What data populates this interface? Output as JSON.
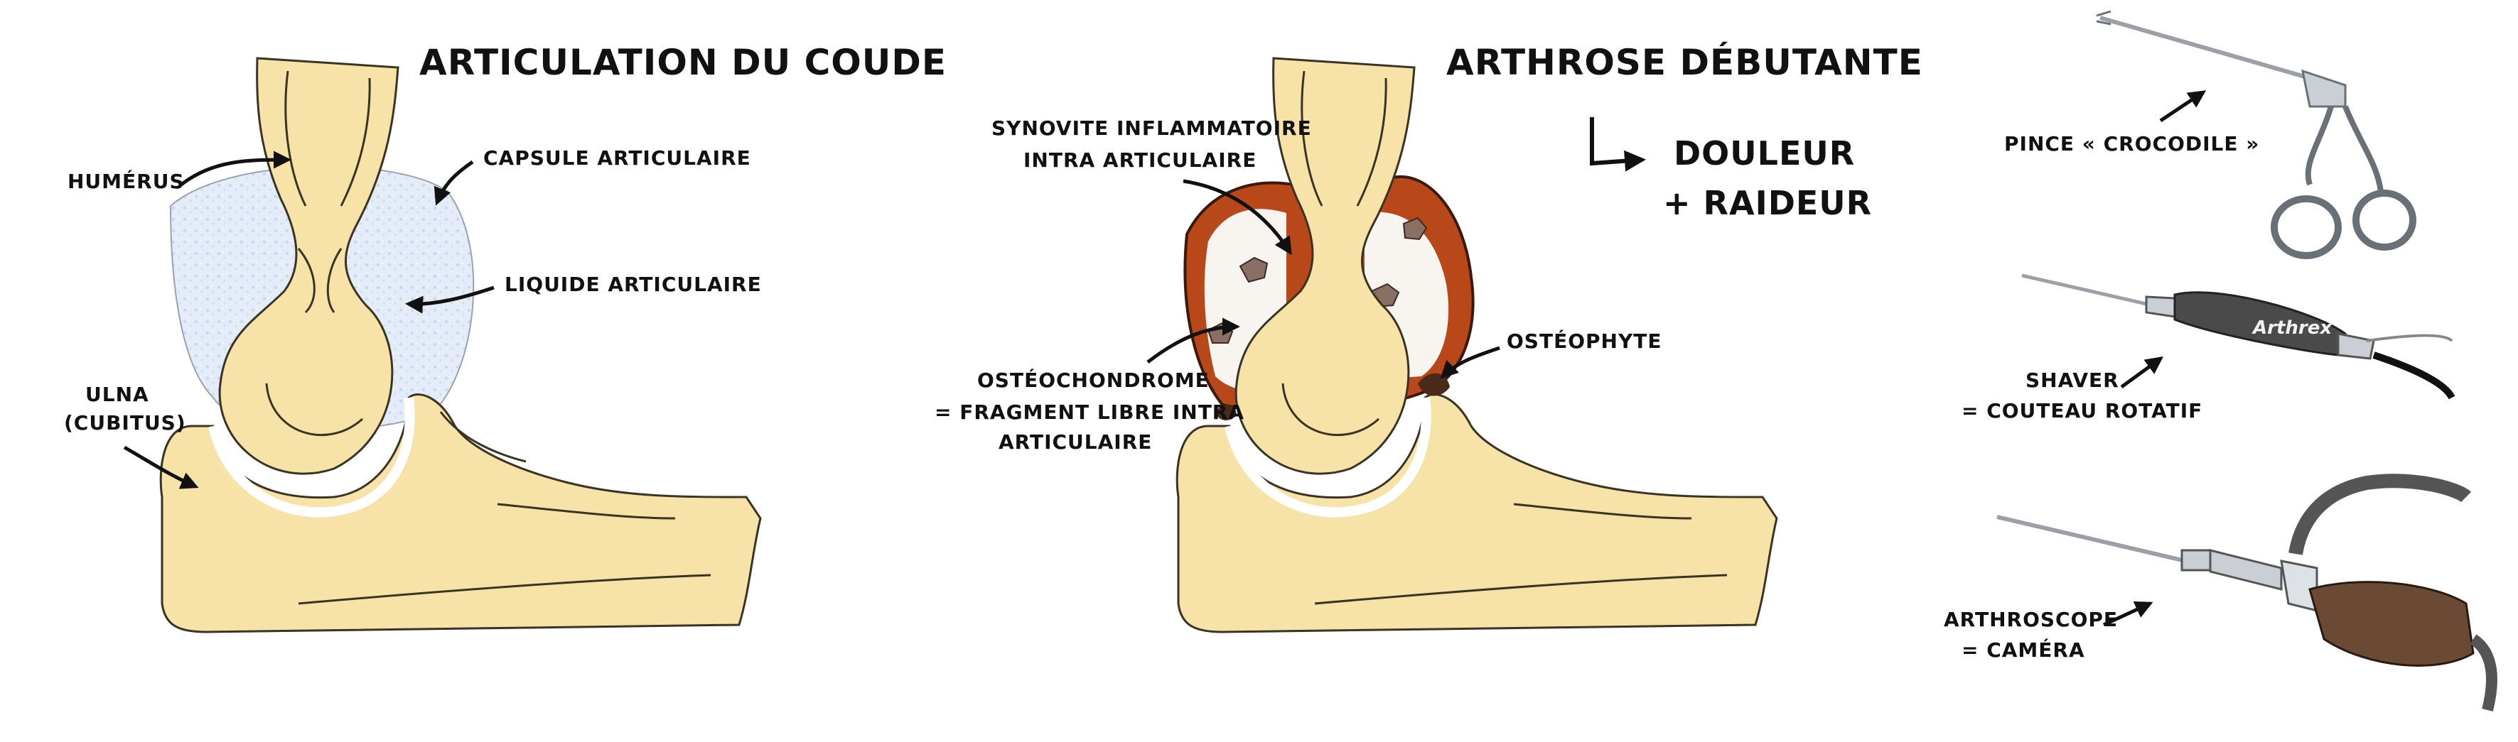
{
  "panel1": {
    "title": "ARTICULATION DU COUDE",
    "labels": {
      "humerus": "HUMÉRUS",
      "capsule": "CAPSULE ARTICULAIRE",
      "liquide": "LIQUIDE ARTICULAIRE",
      "ulna_1": "ULNA",
      "ulna_2": "(CUBITUS)"
    }
  },
  "panel2": {
    "title": "ARTHROSE DÉBUTANTE",
    "consequence_1": "DOULEUR",
    "consequence_2": "+ RAIDEUR",
    "labels": {
      "synovite_1": "SYNOVITE INFLAMMATOIRE",
      "synovite_2": "INTRA ARTICULAIRE",
      "osteophyte": "OSTÉOPHYTE",
      "osteo_1": "OSTÉOCHONDROME",
      "osteo_2": "= FRAGMENT LIBRE INTRA",
      "osteo_3": "ARTICULAIRE"
    }
  },
  "instruments": {
    "pince": "PINCE « CROCODILE »",
    "shaver_1": "SHAVER",
    "shaver_2": "= COUTEAU ROTATIF",
    "shaver_brand": "Arthrex",
    "scope_1": "ARTHROSCOPE",
    "scope_2": "= CAMÉRA"
  },
  "colors": {
    "bone": "#f7e3a8",
    "bone_outline": "#3a3424",
    "fluid": "#dfe9f7",
    "inflamed": "#b8471a",
    "fragment": "#8a6f64",
    "metal": "#c9cfd4",
    "handle": "#4a4a4a",
    "leather": "#6b4a35"
  }
}
